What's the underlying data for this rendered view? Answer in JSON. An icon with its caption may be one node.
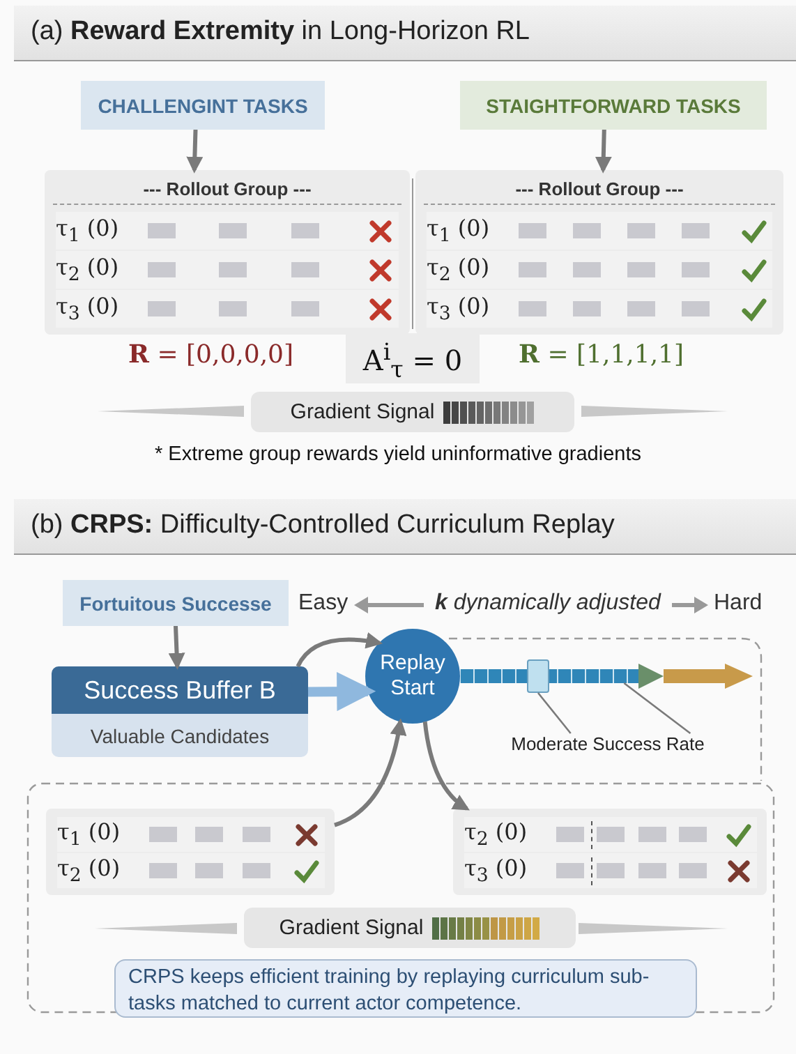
{
  "diagram": {
    "nodes": [
      {
        "text": [
          "CHALLENGINT TASKS"
        ]
      },
      {
        "text": [
          "STAIGHTFORWARD TASKS"
        ]
      },
      {
        "text": [
          "--- Rollout Group ---"
        ]
      },
      {
        "text": [
          "τ$_{1}$ (0)"
        ],
        "in": 2
      },
      {
        "text": [
          "τ$_{2}$ (0)"
        ],
        "in": 2
      },
      {
        "text": [
          "τ$_{3}$ (0)"
        ],
        "in": 2
      },
      {
        "text": [
          "--- Rollout Group ---"
        ]
      },
      {
        "text": [
          "τ$_{1}$ (0)"
        ],
        "in": 6
      },
      {
        "text": [
          "τ$_{2}$ (0)"
        ],
        "in": 6
      },
      {
        "text": [
          "τ$_{3}$ (0)"
        ],
        "in": 6
      },
      {
        "text": [
          "Fortuitous Successe"
        ]
      },
      {
        "text": [
          "Success Buffer B",
          "Valuable Candidates"
        ]
      },
      {
        "text": [
          "Replay Start"
        ]
      },
      {
        "text": [],
        "shape": "bar"
      },
      {
        "text": [],
        "shape": "box",
        "in": 13
      },
      {
        "text": [
          "Moderate Success Rate"
        ]
      },
      {
        "text": [],
        "shape": "box"
      },
      {
        "text": [
          "τ$_{1}$ (0)"
        ],
        "in": 16
      },
      {
        "text": [
          "τ$_{2}$ (0)"
        ],
        "in": 16
      },
      {
        "text": [],
        "shape": "box"
      },
      {
        "text": [
          "τ$_{2}$ (0)"
        ],
        "in": 19
      },
      {
        "text": [
          "τ$_{3}$ (0)"
        ],
        "in": 19
      },
      {
        "text": [
          "CRPS keeps efficient training by replaying curriculum sub-tasks matched to current actor competence."
        ]
      }
    ],
    "edges": [
      {
        "from": 0,
        "to": 2,
        "arrow": "to"
      },
      {
        "from": 1,
        "to": 6,
        "arrow": "to"
      },
      {
        "from": 10,
        "to": 11,
        "arrow": "to"
      },
      {
        "from": 11,
        "to": 12,
        "arrow": "to"
      },
      {
        "from": 11,
        "to": 12,
        "arrow": "to",
        "style": "thick",
        "color": "#8fb8de"
      },
      {
        "from": 16,
        "to": 12,
        "arrow": "to"
      },
      {
        "from": 12,
        "to": 19,
        "arrow": "to"
      },
      {
        "from": 15,
        "to": 14,
        "arrow": "none"
      },
      {
        "from": 15,
        "to": 13,
        "arrow": "none"
      }
    ],
    "labels": [
      "(a) **Reward Extremity** in Long-Horizon RL",
      "**R** = [0,0,0,0]",
      "A$^{i}$$_{τ}$ = 0",
      "**R** = [1,1,1,1]",
      "Gradient Signal",
      "* Extreme group rewards yield uninformative gradients",
      "(b) **CRPS:** Difficulty-Controlled Curriculum Replay",
      "Easy",
      "**k** dynamically adjusted",
      "Hard",
      "Gradient Signal"
    ]
  }
}
